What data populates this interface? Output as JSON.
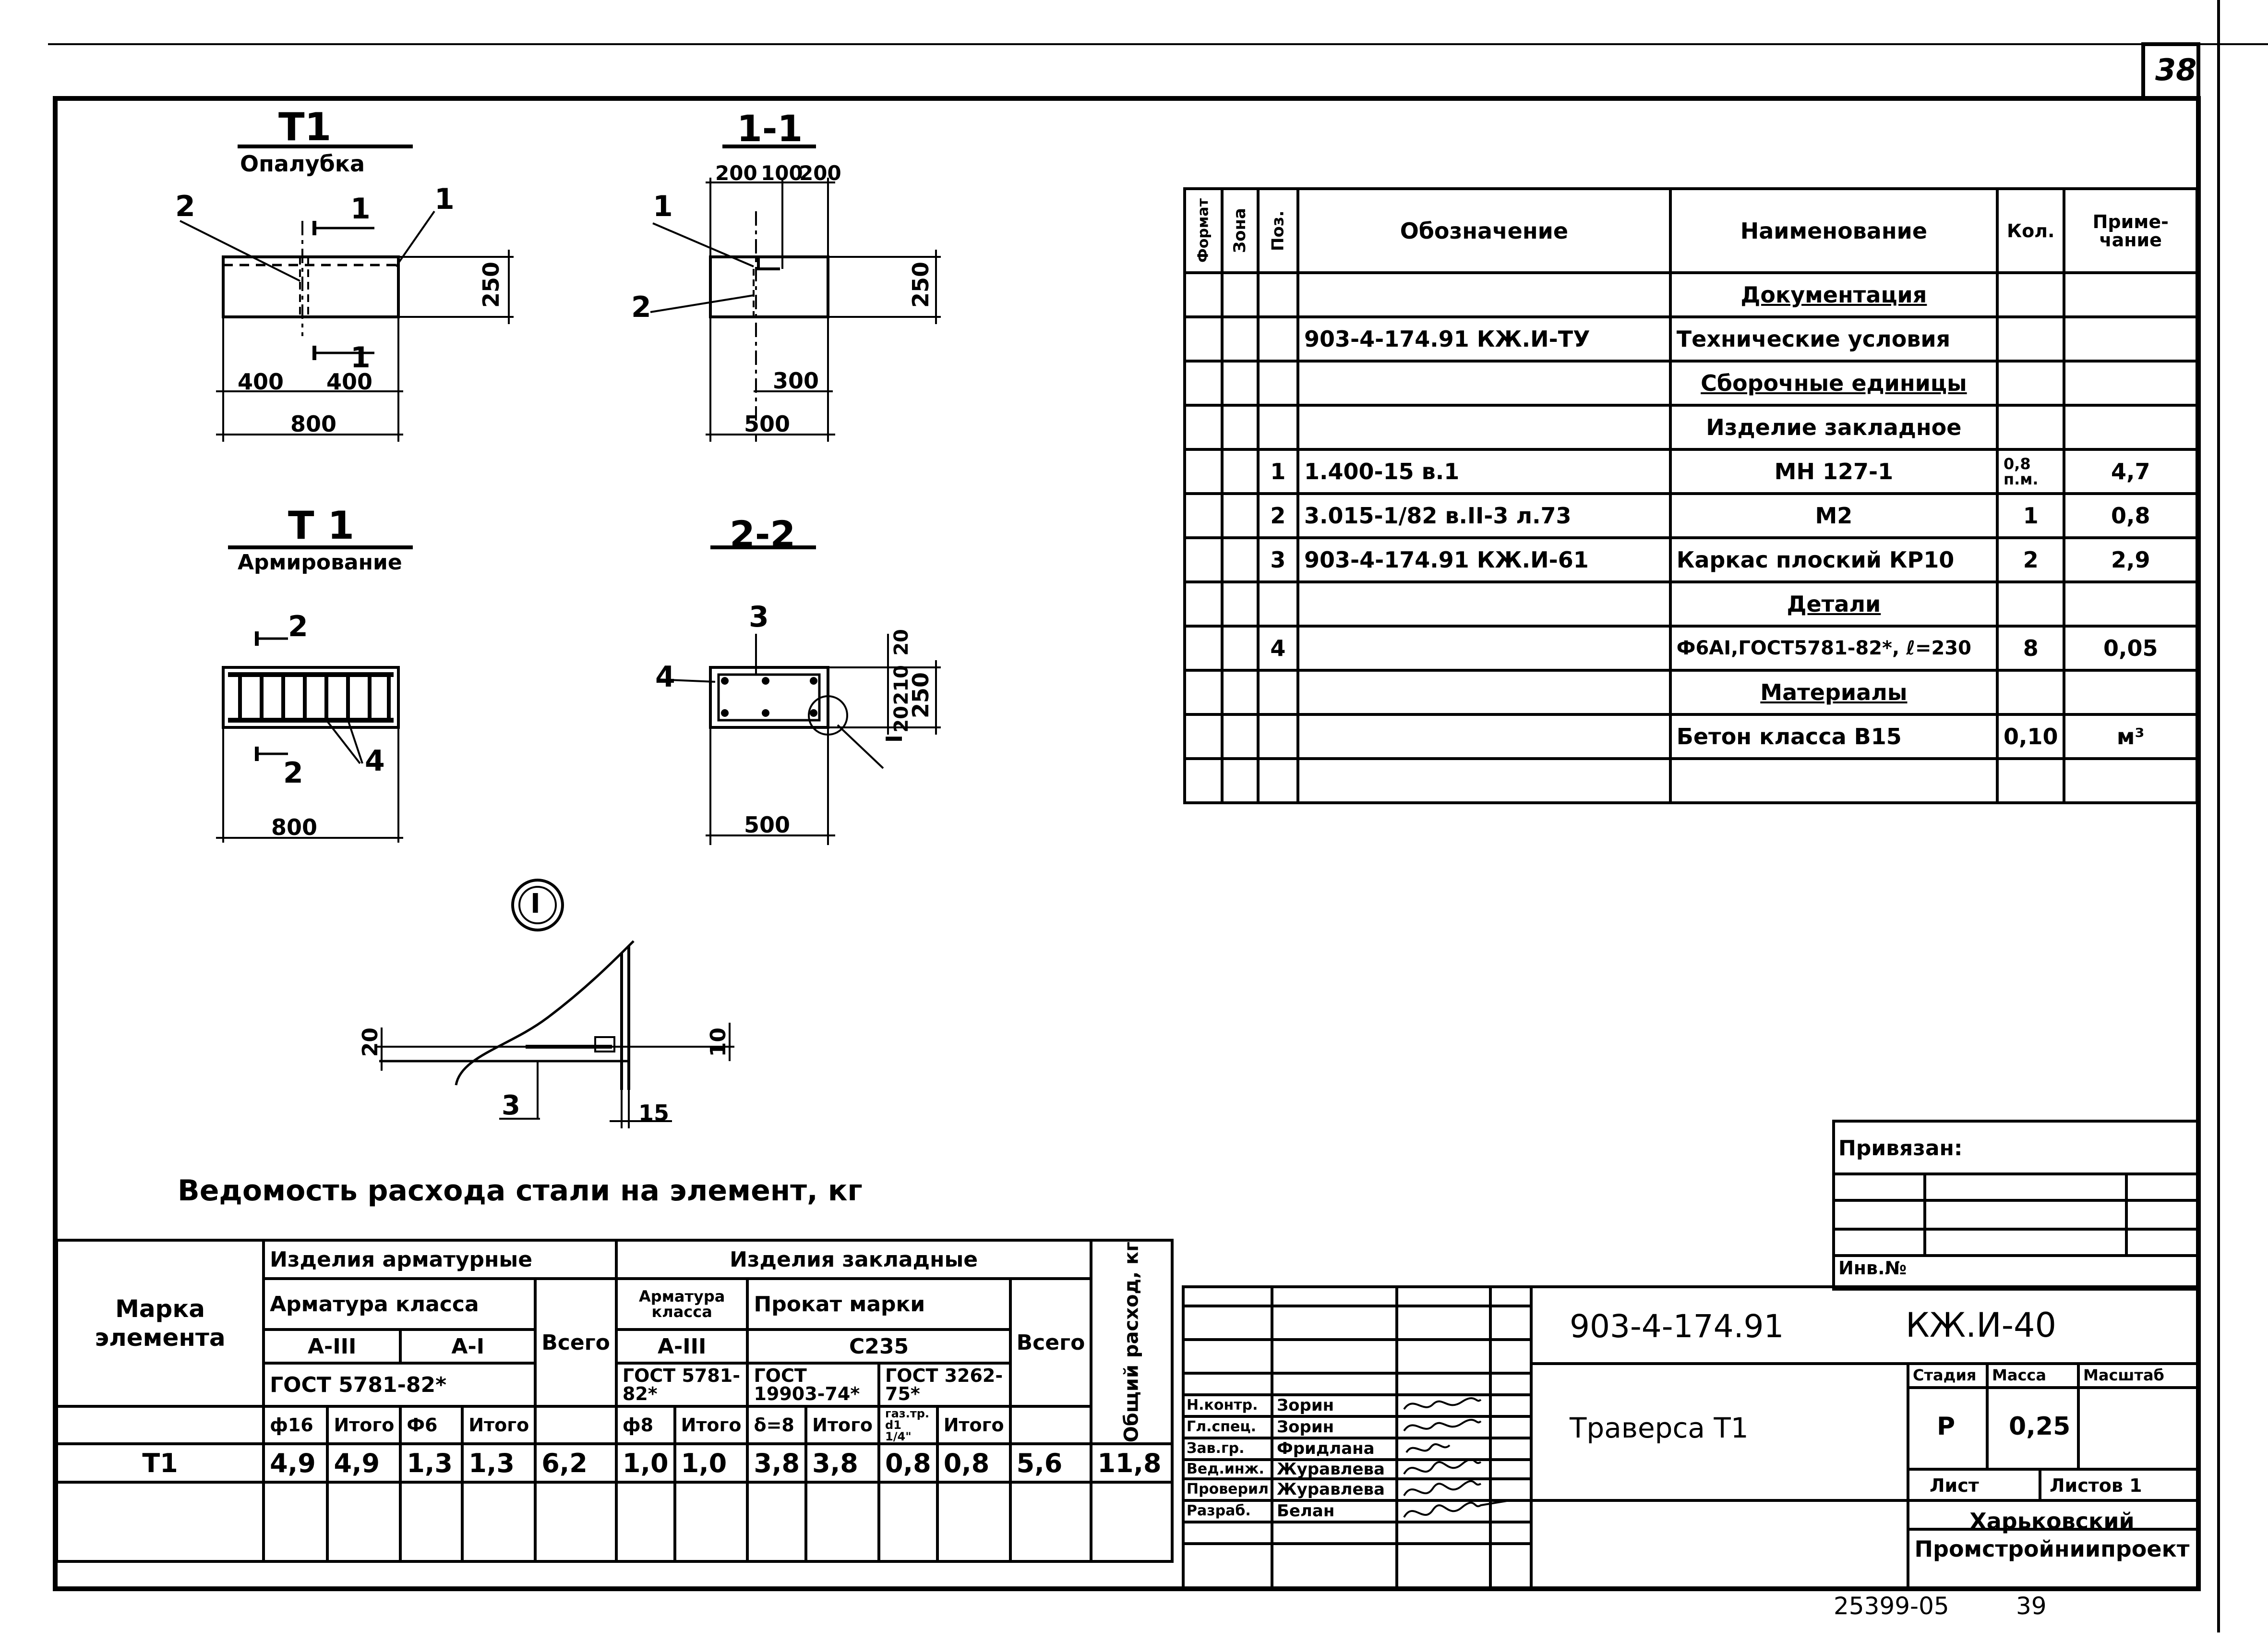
{
  "sheet_number": "38",
  "footer_code": "25399-05",
  "footer_page": "39",
  "views": {
    "t1_formwork": {
      "title": "Т1",
      "subtitle": "Опалубка",
      "call_1": "1",
      "call_2": "2",
      "cut_mark_top": "1",
      "cut_mark_bottom": "1",
      "dim_left": "400",
      "dim_right": "400",
      "dim_total": "800",
      "dim_height": "250"
    },
    "section_1_1": {
      "title": "1-1",
      "dim_top_a": "200",
      "dim_top_b": "100",
      "dim_top_c": "200",
      "call_1": "1",
      "call_2": "2",
      "dim_inner": "300",
      "dim_total": "500",
      "dim_height": "250"
    },
    "t1_reinforcement": {
      "title": "Т 1",
      "subtitle": "Армирование",
      "cut_mark_top": "2",
      "cut_mark_bottom": "2",
      "call_4": "4",
      "dim_total": "800"
    },
    "section_2_2": {
      "title": "2-2",
      "call_3": "3",
      "call_4": "4",
      "dim_20a": "20",
      "dim_210": "210",
      "dim_20b": "20",
      "dim_250": "250",
      "node_ref": "I",
      "dim_total": "500"
    },
    "node_1": {
      "label": "I",
      "dim_left": "20",
      "dim_right": "10",
      "call_3": "3",
      "dim_bottom": "15"
    }
  },
  "spec_table": {
    "headers": {
      "format": "Формат",
      "zone": "Зона",
      "pos": "Поз.",
      "designation": "Обозначение",
      "name": "Наименование",
      "qty": "Кол.",
      "note": "Приме-чание"
    },
    "rows": [
      {
        "pos": "",
        "designation": "",
        "name": "Документация",
        "qty": "",
        "note": "",
        "section": true
      },
      {
        "pos": "",
        "designation": "903-4-174.91 КЖ.И-ТУ",
        "name": "Технические условия",
        "qty": "",
        "note": ""
      },
      {
        "pos": "",
        "designation": "",
        "name": "Сборочные единицы",
        "qty": "",
        "note": "",
        "section": true
      },
      {
        "pos": "",
        "designation": "",
        "name": "Изделие закладное",
        "qty": "",
        "note": ""
      },
      {
        "pos": "1",
        "designation": "1.400-15 в.1",
        "name": "МН 127-1",
        "qty": "0,8 п.м.",
        "note": "4,7"
      },
      {
        "pos": "2",
        "designation": "3.015-1/82 в.II-3 л.73",
        "name": "М2",
        "qty": "1",
        "note": "0,8"
      },
      {
        "pos": "3",
        "designation": "903-4-174.91 КЖ.И-61",
        "name": "Каркас плоский КР10",
        "qty": "2",
        "note": "2,9"
      },
      {
        "pos": "",
        "designation": "",
        "name": "Детали",
        "qty": "",
        "note": "",
        "section": true
      },
      {
        "pos": "4",
        "designation": "",
        "name": "Ф6АI,ГОСТ5781-82*, ℓ=230",
        "qty": "8",
        "note": "0,05"
      },
      {
        "pos": "",
        "designation": "",
        "name": "Материалы",
        "qty": "",
        "note": "",
        "section": true
      },
      {
        "pos": "",
        "designation": "",
        "name": "Бетон класса В15",
        "qty": "0,10",
        "note": "м³"
      },
      {
        "pos": "",
        "designation": "",
        "name": "",
        "qty": "",
        "note": ""
      }
    ]
  },
  "steel_table": {
    "title": "Ведомость расхода стали на элемент, кг",
    "h_mark": "Марка элемента",
    "h_rebar_products": "Изделия арматурные",
    "h_embedded": "Изделия закладные",
    "h_rebar_class": "Арматура класса",
    "h_a3": "А-III",
    "h_a1": "А-I",
    "h_gost_5781": "ГОСТ 5781-82*",
    "h_total": "Всего",
    "h_emb_rebar": "Арматура класса",
    "h_emb_a3": "А-III",
    "h_rolled": "Прокат марки",
    "h_c235": "С235",
    "h_emb_gost_a": "ГОСТ 5781-82*",
    "h_emb_gost_b": "ГОСТ 19903-74*",
    "h_emb_gost_c": "ГОСТ 3262-75*",
    "h_total2": "Всего",
    "h_overall": "Общий расход, кг",
    "h_d16": "ф16",
    "h_itogo": "Итого",
    "h_d6": "Ф6",
    "h_d8": "ф8",
    "h_delta8": "δ=8",
    "h_pipe": "газ.тр. d1 1/4\"",
    "row": {
      "mark": "Т1",
      "v1": "4,9",
      "v2": "4,9",
      "v3": "1,3",
      "v4": "1,3",
      "v5": "6,2",
      "v6": "1,0",
      "v7": "1,0",
      "v8": "3,8",
      "v9": "3,8",
      "v10": "0,8",
      "v11": "0,8",
      "v12": "5,6",
      "v13": "11,8"
    }
  },
  "title_block": {
    "privyazan": "Привязан:",
    "inv_no": "Инв.№",
    "doc_code": "903-4-174.91",
    "sheet_code": "КЖ.И-40",
    "sheet_title": "Траверса Т1",
    "stage_h": "Стадия",
    "mass_h": "Масса",
    "scale_h": "Масштаб",
    "stage": "Р",
    "mass": "0,25",
    "scale": "",
    "sheet_h": "Лист",
    "sheets_h": "Листов 1",
    "org": "Харьковский Промстройниипроект",
    "people": [
      {
        "role": "Н.контр.",
        "name": "Зорин"
      },
      {
        "role": "Гл.спец.",
        "name": "Зорин"
      },
      {
        "role": "Зав.гр.",
        "name": "Фридлана"
      },
      {
        "role": "Вед.инж.",
        "name": "Журавлева"
      },
      {
        "role": "Проверил",
        "name": "Журавлева"
      },
      {
        "role": "Разраб.",
        "name": "Белан"
      }
    ]
  }
}
